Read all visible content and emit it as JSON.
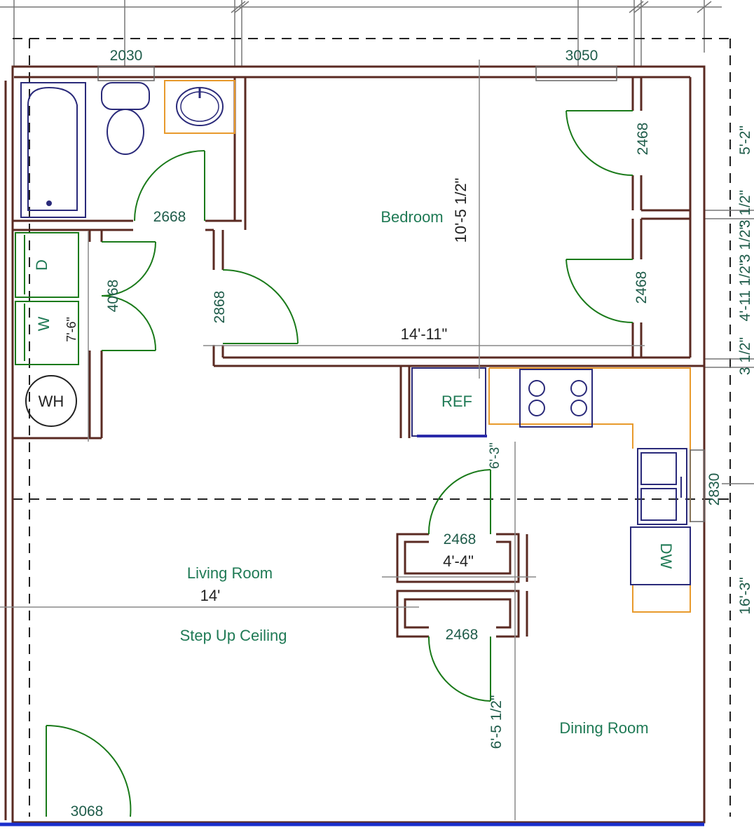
{
  "rooms": {
    "bedroom": "Bedroom",
    "living_room": "Living Room",
    "living_width": "14'",
    "step_up": "Step Up Ceiling",
    "dining_room": "Dining Room"
  },
  "dimensions": {
    "bedroom_height": "10'-5 1/2\"",
    "bedroom_width": "14'-11\"",
    "laundry_height": "7'-6\"",
    "closet_width": "4'-4\"",
    "kitchen_side": "6'-3\"",
    "dining_side": "6'-5 1/2\"",
    "right_1": "5'-2\"",
    "right_2": "3 1/2\"",
    "right_3": "3 1/2\"",
    "right_4": "4'-11 1/2\"",
    "right_5": "3 1/2\"",
    "right_6": "16'-3\""
  },
  "openings": {
    "window_top_left": "2030",
    "window_top_right": "3050",
    "bath_door": "2668",
    "laundry_door": "4068",
    "bedroom_door": "2868",
    "closet_door_1": "2468",
    "closet_door_2": "2468",
    "closet_door_3": "2468",
    "closet_door_4": "2468",
    "kitchen_window": "2830",
    "entry_door": "3068"
  },
  "fixtures": {
    "dryer": "D",
    "washer": "W",
    "water_heater": "WH",
    "refrigerator": "REF",
    "dishwasher": "DW"
  },
  "colors": {
    "wall": "#5a2a22",
    "door": "#1a7a1a",
    "dimension_line": "#666666",
    "cabinet": "#e89a2c",
    "fixture": "#2a2a7a",
    "floor_edge": "#1a2ecc"
  }
}
